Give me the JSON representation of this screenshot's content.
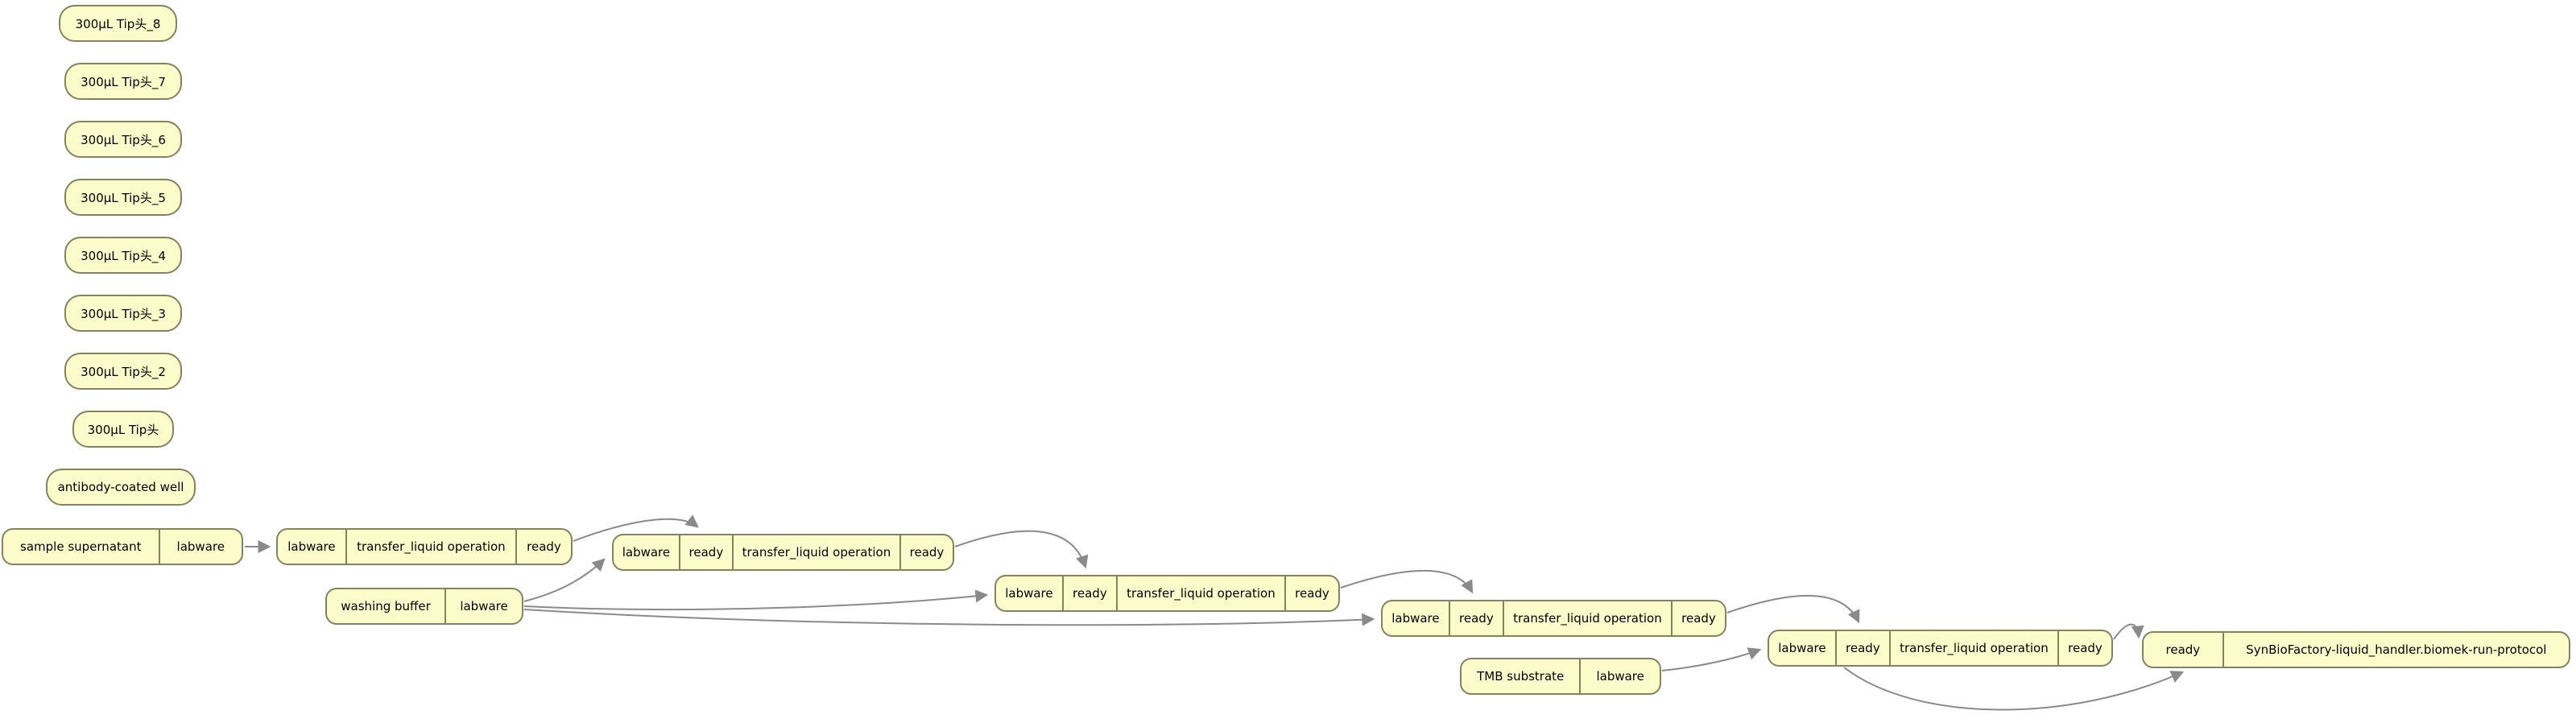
{
  "diagram": {
    "type": "workflow-graph",
    "colors": {
      "background": "#ffffff",
      "node_fill": "#fcfccb",
      "node_border": "#838360",
      "edge": "#8a8a8a",
      "text": "#000000"
    }
  },
  "nodes": {
    "tip_8": {
      "label": "300μL Tip头_8"
    },
    "tip_7": {
      "label": "300μL Tip头_7"
    },
    "tip_6": {
      "label": "300μL Tip头_6"
    },
    "tip_5": {
      "label": "300μL Tip头_5"
    },
    "tip_4": {
      "label": "300μL Tip头_4"
    },
    "tip_3": {
      "label": "300μL Tip头_3"
    },
    "tip_2": {
      "label": "300μL Tip头_2"
    },
    "tip_1": {
      "label": "300μL Tip头"
    },
    "antibody_well": {
      "label": "antibody-coated well"
    },
    "sample": {
      "cells": [
        "sample supernatant",
        "labware"
      ]
    },
    "op1": {
      "cells": [
        "labware",
        "transfer_liquid operation",
        "ready"
      ]
    },
    "op2": {
      "cells": [
        "labware",
        "ready",
        "transfer_liquid operation",
        "ready"
      ]
    },
    "washing": {
      "cells": [
        "washing buffer",
        "labware"
      ]
    },
    "op3": {
      "cells": [
        "labware",
        "ready",
        "transfer_liquid operation",
        "ready"
      ]
    },
    "op4": {
      "cells": [
        "labware",
        "ready",
        "transfer_liquid operation",
        "ready"
      ]
    },
    "op5": {
      "cells": [
        "labware",
        "ready",
        "transfer_liquid operation",
        "ready"
      ]
    },
    "tmb": {
      "cells": [
        "TMB substrate",
        "labware"
      ]
    },
    "run": {
      "cells": [
        "ready",
        "SynBioFactory-liquid_handler.biomek-run-protocol"
      ]
    }
  },
  "edges": [
    {
      "from": "sample.labware",
      "to": "op1.labware"
    },
    {
      "from": "op1.ready",
      "to": "op2.ready"
    },
    {
      "from": "washing.labware",
      "to": "op2.labware"
    },
    {
      "from": "op2.ready",
      "to": "op3.ready"
    },
    {
      "from": "washing.labware",
      "to": "op3.labware"
    },
    {
      "from": "op3.ready",
      "to": "op4.ready"
    },
    {
      "from": "washing.labware",
      "to": "op4.labware"
    },
    {
      "from": "op4.ready",
      "to": "op5.ready"
    },
    {
      "from": "tmb.labware",
      "to": "op5.labware"
    },
    {
      "from": "op5.ready",
      "to": "run.ready"
    },
    {
      "from": "op5.ready",
      "to": "run.ready"
    }
  ]
}
